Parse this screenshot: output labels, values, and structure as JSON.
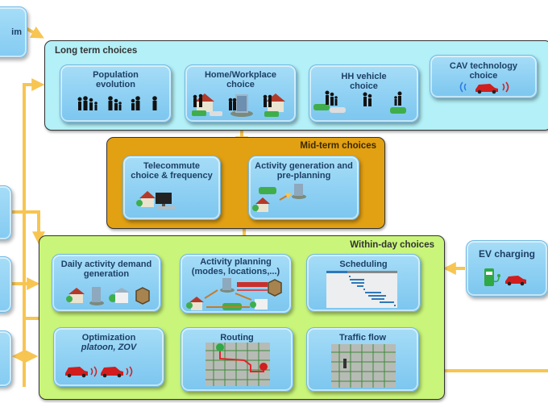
{
  "colors": {
    "arrow": "#f7c552",
    "long_term_bg": "#b3f0f7",
    "mid_term_bg": "#e2a013",
    "within_day_bg": "#c9f57a",
    "box_text": "#1d3f66"
  },
  "external": {
    "top_left_label": "im"
  },
  "long_term": {
    "label": "Long term choices",
    "boxes": [
      {
        "title_line1": "Population",
        "title_line2": "evolution",
        "icon": "people-icon"
      },
      {
        "title_line1": "Home/Workplace",
        "title_line2": "choice",
        "icon": "house-building-icon"
      },
      {
        "title_line1": "HH vehicle",
        "title_line2": "choice",
        "icon": "vehicle-people-icon"
      },
      {
        "title_line1": "CAV technology",
        "title_line2": "choice",
        "icon": "connected-car-icon"
      }
    ]
  },
  "mid_term": {
    "label": "Mid-term choices",
    "boxes": [
      {
        "title_line1": "Telecommute",
        "title_line2": "choice & frequency",
        "icon": "house-computer-icon"
      },
      {
        "title_line1": "Activity generation and",
        "title_line2": "pre-planning",
        "icon": "car-trip-icon"
      }
    ]
  },
  "within_day": {
    "label": "Within-day choices",
    "boxes": [
      {
        "title_line1": "Daily activity demand",
        "title_line2": "generation",
        "icon": "buildings-icon"
      },
      {
        "title_line1": "Activity planning",
        "title_line2": "(modes, locations,...)",
        "icon": "activity-network-icon"
      },
      {
        "title_line1": "Scheduling",
        "icon": "gantt-chart-icon"
      },
      {
        "title_line1": "Optimization",
        "title_line2": "platoon, ZOV",
        "icon": "platoon-cars-icon"
      },
      {
        "title_line1": "Routing",
        "icon": "route-map-icon"
      },
      {
        "title_line1": "Traffic flow",
        "icon": "traffic-map-icon"
      }
    ]
  },
  "ev_charging": {
    "title": "EV charging",
    "icon": "charging-station-icon"
  }
}
